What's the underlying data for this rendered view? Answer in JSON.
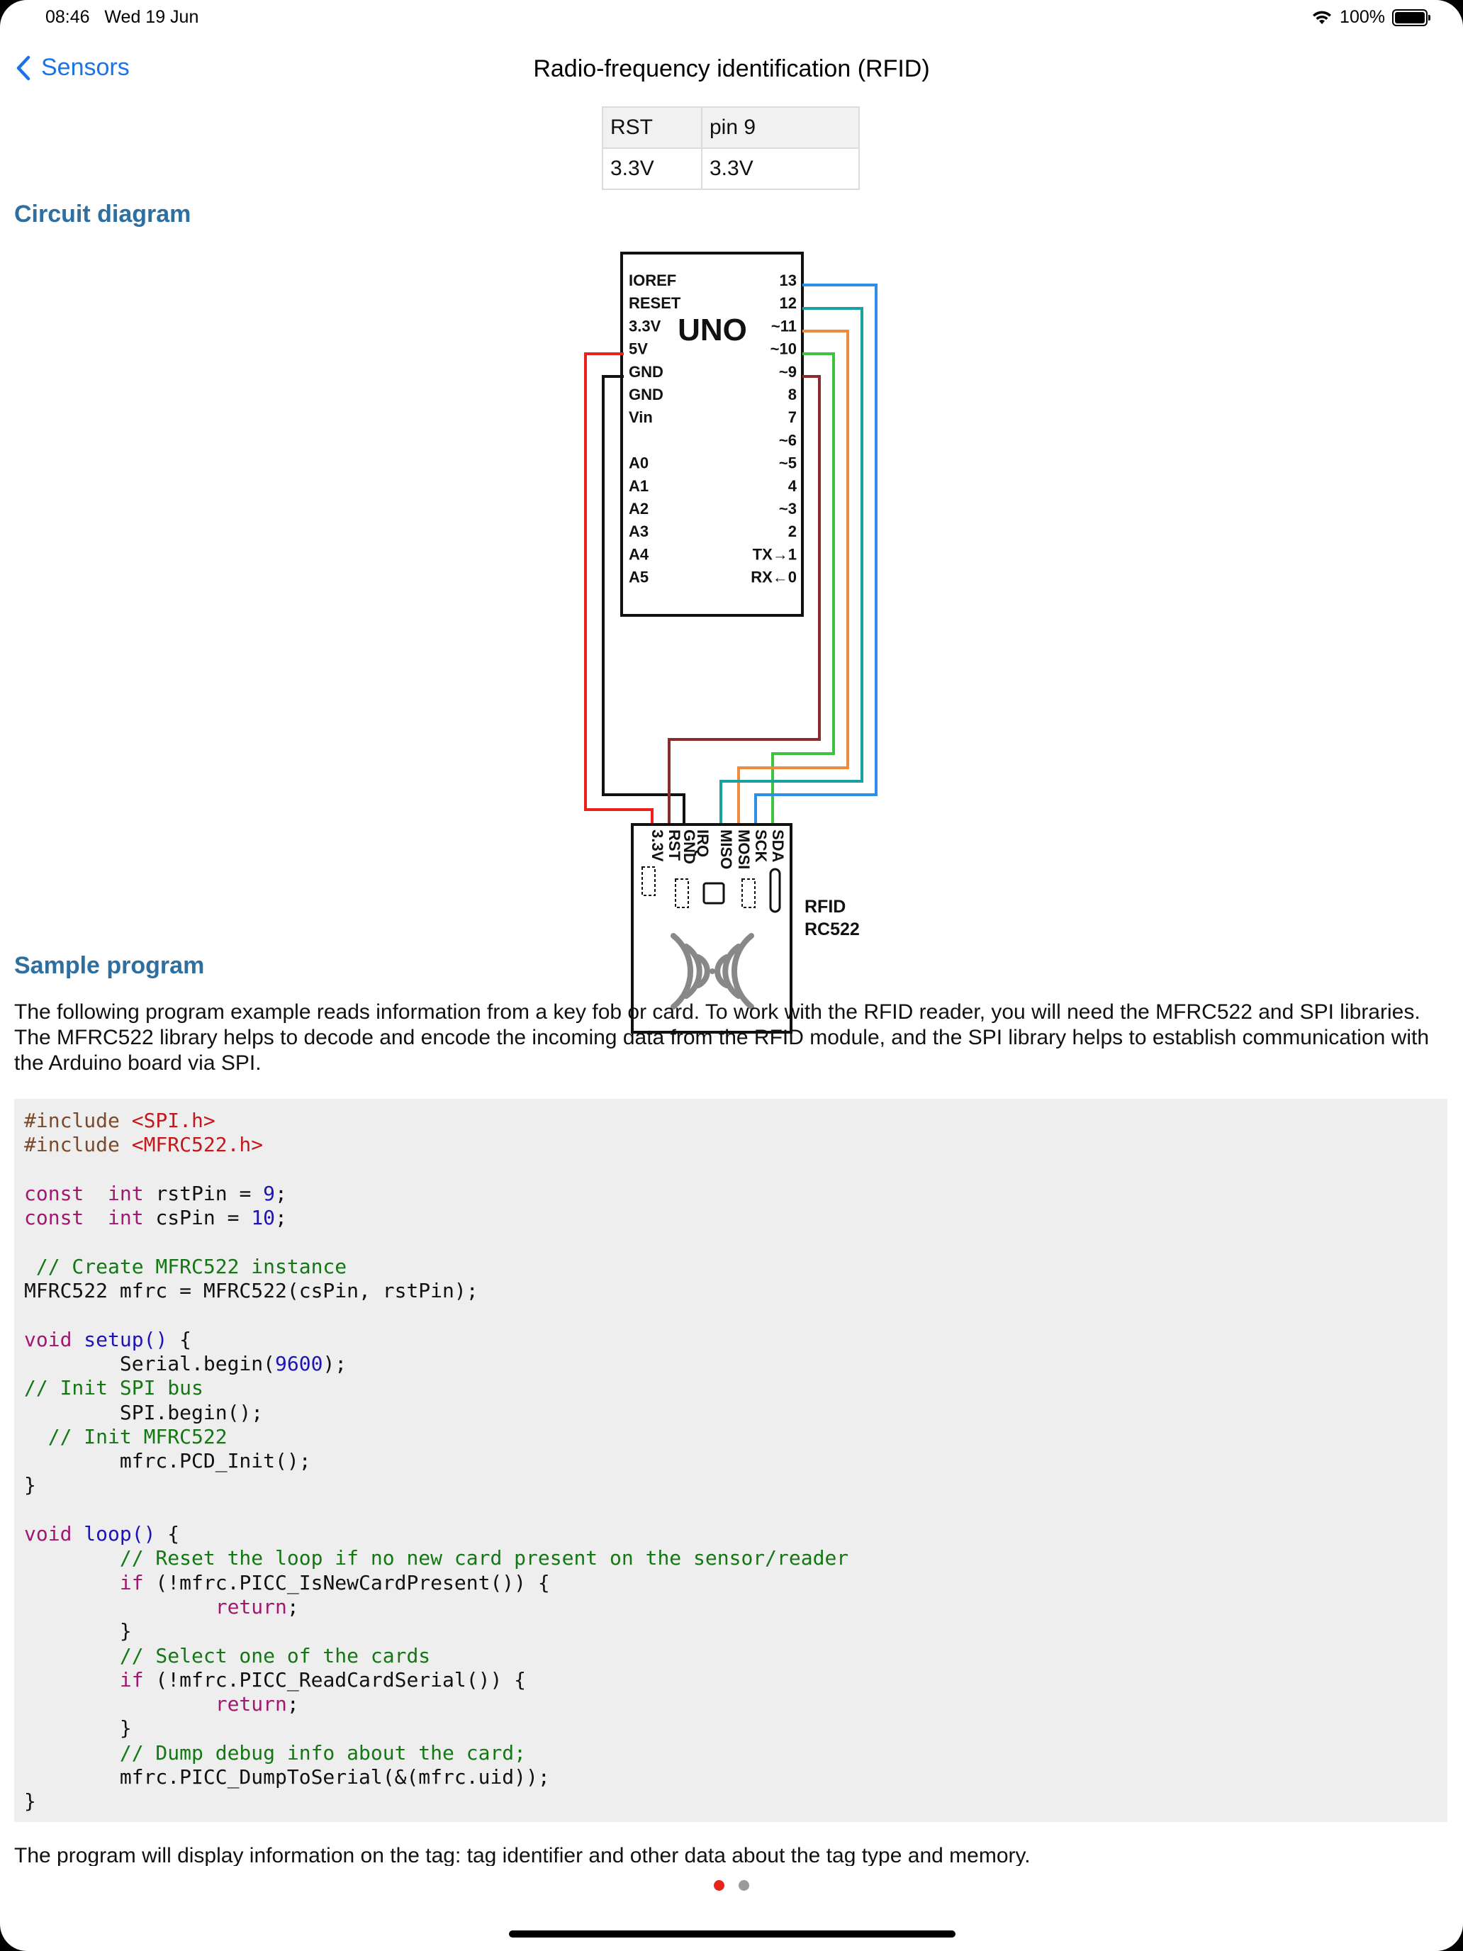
{
  "status_bar": {
    "time": "08:46",
    "date": "Wed 19 Jun",
    "battery": "100%",
    "icons": [
      "wifi-icon",
      "battery-icon"
    ]
  },
  "nav": {
    "back_label": "Sensors",
    "title": "Radio-frequency identification (RFID)"
  },
  "pin_table": [
    [
      "RST",
      "pin 9"
    ],
    [
      "3.3V",
      "3.3V"
    ]
  ],
  "sections": {
    "circuit": "Circuit diagram",
    "sample": "Sample program"
  },
  "diagram": {
    "board_label": "UNO",
    "left_pins": [
      "IOREF",
      "RESET",
      "3.3V",
      "5V",
      "GND",
      "GND",
      "Vin",
      "",
      "A0",
      "A1",
      "A2",
      "A3",
      "A4",
      "A5"
    ],
    "right_pins": [
      "13",
      "12",
      "~11",
      "~10",
      "~9",
      "8",
      "7",
      "~6",
      "~5",
      "4",
      "~3",
      "2",
      "TX→1",
      "RX←0"
    ],
    "module_pins": [
      "3.3V",
      "RST",
      "GND",
      "IRQ",
      "MISO",
      "MOSI",
      "SCK",
      "SDA"
    ],
    "module_label_1": "RFID",
    "module_label_2": "RC522",
    "wire_colors": {
      "red": "#e8231a",
      "black": "#111111",
      "brown": "#8b2c2c",
      "teal": "#1aa0a0",
      "orange": "#f08a3c",
      "green": "#3cc43c",
      "blue": "#2b8fe8"
    }
  },
  "description": "The following program example reads information from a key fob or card. To work with the RFID reader, you will need the MFRC522 and SPI libraries. The MFRC522 library helps to decode and encode the incoming data from the RFID module, and the SPI library helps to establish communication with the Arduino board via SPI.",
  "code_lines": [
    [
      [
        "pp",
        "#include "
      ],
      [
        "str",
        "<SPI.h>"
      ]
    ],
    [
      [
        "pp",
        "#include "
      ],
      [
        "str",
        "<MFRC522.h>"
      ]
    ],
    [],
    [
      [
        "kw",
        "const"
      ],
      [
        "",
        "  "
      ],
      [
        "kw",
        "int"
      ],
      [
        "",
        " rstPin = "
      ],
      [
        "num",
        "9"
      ],
      [
        "",
        ";"
      ]
    ],
    [
      [
        "kw",
        "const"
      ],
      [
        "",
        "  "
      ],
      [
        "kw",
        "int"
      ],
      [
        "",
        " csPin = "
      ],
      [
        "num",
        "10"
      ],
      [
        "",
        ";"
      ]
    ],
    [],
    [
      [
        "cm",
        " // Create MFRC522 instance"
      ]
    ],
    [
      [
        "",
        "MFRC522 mfrc = MFRC522(csPin, rstPin);"
      ]
    ],
    [],
    [
      [
        "kw",
        "void"
      ],
      [
        "",
        " "
      ],
      [
        "fn",
        "setup()"
      ],
      [
        "",
        " {"
      ]
    ],
    [
      [
        "",
        "        Serial.begin("
      ],
      [
        "num",
        "9600"
      ],
      [
        "",
        ");"
      ]
    ],
    [
      [
        "cm",
        "// Init SPI bus"
      ]
    ],
    [
      [
        "",
        "        SPI.begin();"
      ]
    ],
    [
      [
        "cm",
        "  // Init MFRC522"
      ]
    ],
    [
      [
        "",
        "        mfrc.PCD_Init();"
      ]
    ],
    [
      [
        "",
        "}"
      ]
    ],
    [],
    [
      [
        "kw",
        "void"
      ],
      [
        "",
        " "
      ],
      [
        "fn",
        "loop()"
      ],
      [
        "",
        " {"
      ]
    ],
    [
      [
        "cm",
        "        // Reset the loop if no new card present on the sensor/reader"
      ]
    ],
    [
      [
        "",
        "        "
      ],
      [
        "kw",
        "if"
      ],
      [
        "",
        " (!mfrc.PICC_IsNewCardPresent()) {"
      ]
    ],
    [
      [
        "",
        "                "
      ],
      [
        "kw",
        "return"
      ],
      [
        "",
        ";"
      ]
    ],
    [
      [
        "",
        "        }"
      ]
    ],
    [
      [
        "cm",
        "        // Select one of the cards"
      ]
    ],
    [
      [
        "",
        "        "
      ],
      [
        "kw",
        "if"
      ],
      [
        "",
        " (!mfrc.PICC_ReadCardSerial()) {"
      ]
    ],
    [
      [
        "",
        "                "
      ],
      [
        "kw",
        "return"
      ],
      [
        "",
        ";"
      ]
    ],
    [
      [
        "",
        "        }"
      ]
    ],
    [
      [
        "cm",
        "        // Dump debug info about the card;"
      ]
    ],
    [
      [
        "",
        "        mfrc.PICC_DumpToSerial(&(mfrc.uid));"
      ]
    ],
    [
      [
        "",
        "}"
      ]
    ]
  ],
  "after_text": "The program will display information on the tag: tag identifier and other data about the tag type and memory.",
  "page_indicator": {
    "total": 2,
    "current": 1
  }
}
